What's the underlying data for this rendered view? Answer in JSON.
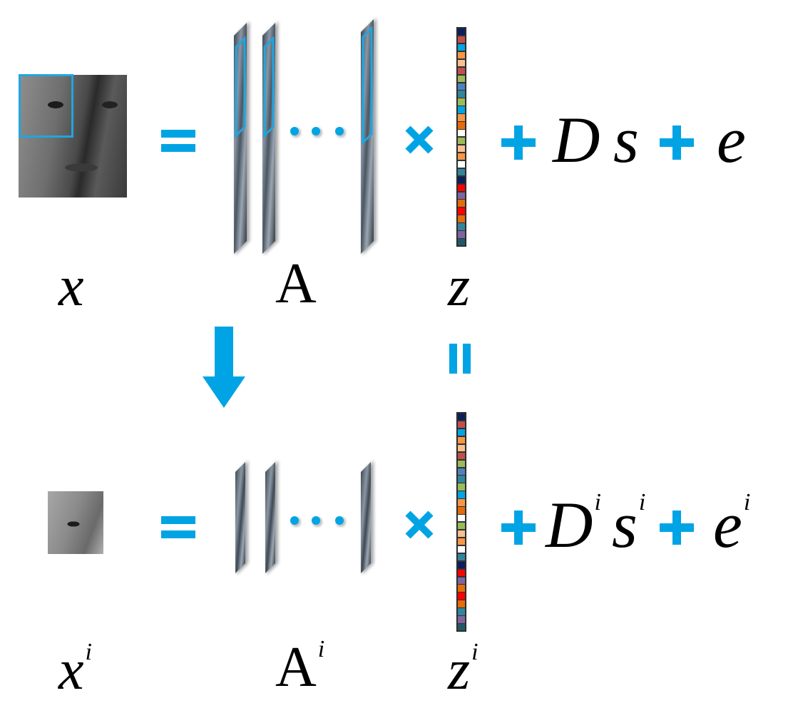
{
  "top": {
    "x_label": "x",
    "a_label": "A",
    "z_label": "z",
    "d_label": "D",
    "s_label": "s",
    "e_label": "e"
  },
  "bottom": {
    "x_label": "x",
    "a_label": "A",
    "z_label": "z",
    "d_label": "D",
    "s_label": "s",
    "e_label": "e",
    "superscript": "i"
  },
  "colors": {
    "accent": "#00a4e4",
    "crop_box": "#1fa6e0",
    "z_vector_top": [
      "#0b1f5c",
      "#c0504d",
      "#00a4e4",
      "#f79646",
      "#fac090",
      "#c0504d",
      "#9bbb59",
      "#4f81bd",
      "#31859c",
      "#9bbb59",
      "#00a4e4",
      "#f79646",
      "#e46c0a",
      "#ffffff",
      "#9bbb59",
      "#fac090",
      "#f79646",
      "#ffffff",
      "#31859c",
      "#0b1f5c",
      "#ff0000",
      "#8064a2",
      "#e46c0a",
      "#ff0000",
      "#e46c0a",
      "#31859c",
      "#8064a2",
      "#215968"
    ],
    "z_vector_bottom": [
      "#0b1f5c",
      "#c0504d",
      "#00a4e4",
      "#f79646",
      "#fac090",
      "#c0504d",
      "#9bbb59",
      "#4f81bd",
      "#31859c",
      "#9bbb59",
      "#00a4e4",
      "#f79646",
      "#e46c0a",
      "#ffffff",
      "#9bbb59",
      "#fac090",
      "#f79646",
      "#ffffff",
      "#31859c",
      "#0b1f5c",
      "#ff0000",
      "#8064a2",
      "#e46c0a",
      "#ff0000",
      "#e46c0a",
      "#31859c",
      "#8064a2",
      "#215968"
    ]
  },
  "icons": {
    "equals": "equals-icon",
    "times": "times-icon",
    "plus": "plus-icon",
    "down_arrow": "arrow-down-icon",
    "parallel": "parallel-equals-icon",
    "ellipsis": "ellipsis-icon"
  }
}
